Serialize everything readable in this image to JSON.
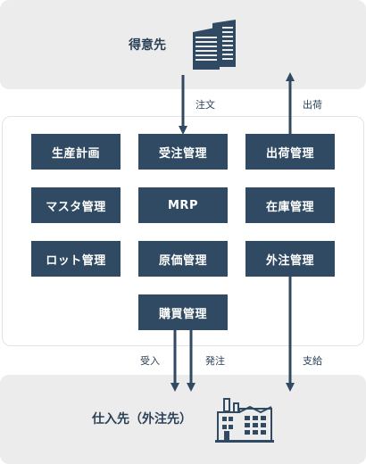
{
  "top_node": {
    "title": "得意先",
    "icon": "office-building-icon"
  },
  "bottom_node": {
    "title": "仕入先（外注先）",
    "icon": "factory-icon"
  },
  "modules": {
    "production_plan": "生産計画",
    "order_receiving": "受注管理",
    "shipping": "出荷管理",
    "master": "マスタ管理",
    "mrp": "MRP",
    "inventory": "在庫管理",
    "lot": "ロット管理",
    "cost": "原価管理",
    "outsourcing": "外注管理",
    "purchasing": "購買管理"
  },
  "flows": {
    "order": "注文",
    "shipment": "出荷",
    "receiving": "受入",
    "placing_order": "発注",
    "supply": "支給"
  },
  "colors": {
    "box": "#2f4a62",
    "accent_text": "#2b4057",
    "band": "#ececec",
    "arrow": "#2f4a62"
  }
}
